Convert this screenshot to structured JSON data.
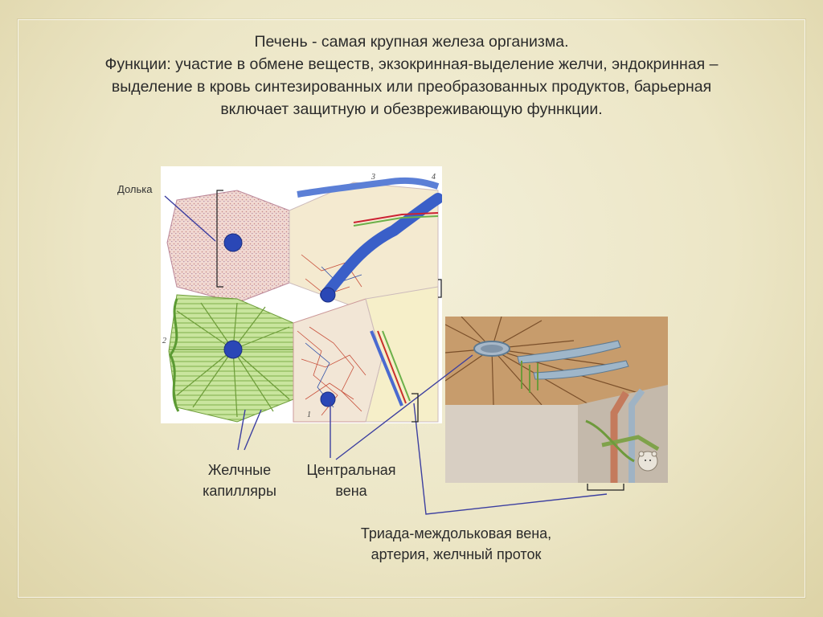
{
  "slide": {
    "title_lines": [
      "Печень - самая крупная железа организма.",
      "Функции: участие в обмене веществ, экзокринная-выделение желчи, эндокринная –",
      "выделение в кровь синтезированных или преобразованных продуктов, барьерная",
      "включает защитную и обезвреживающую фуннкции."
    ],
    "labels": {
      "lobule": "Долька",
      "bile_capillaries": [
        "Желчные",
        "капилляры"
      ],
      "central_vein": [
        "Центральная",
        "вена"
      ],
      "triad": [
        "Триада-междольковая вена,",
        "артерия, желчный проток"
      ]
    },
    "figure_numbers": [
      "3",
      "4",
      "2",
      "1"
    ]
  },
  "colors": {
    "background": "#ece6c6",
    "text": "#2b2b2b",
    "pointer_line": "#3c3fa0",
    "vein_blue": "#3a5fc8",
    "lobule_pink": "#e9c7c0",
    "lobule_green": "#b7d98a",
    "tissue_brown": "#b58a5e"
  }
}
